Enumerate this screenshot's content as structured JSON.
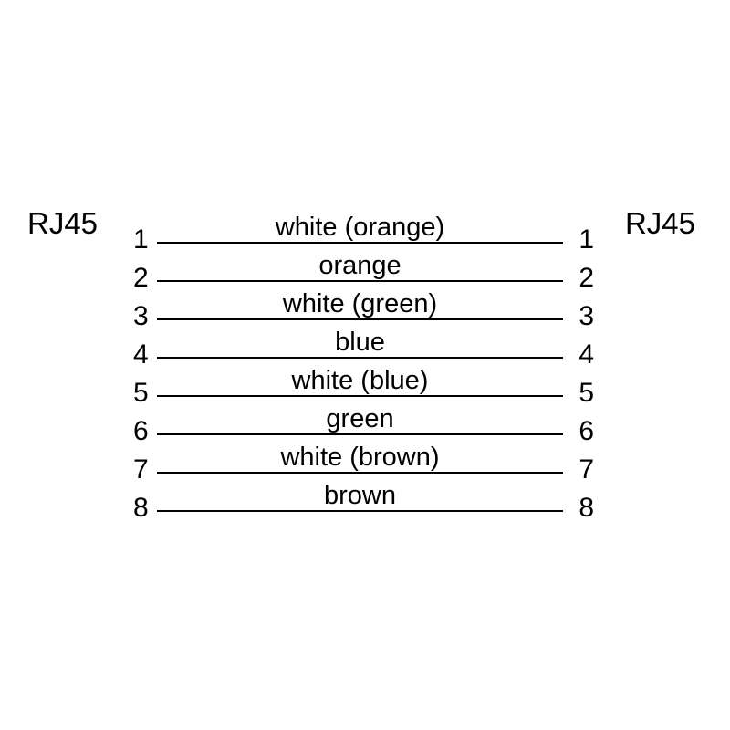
{
  "diagram": {
    "left_connector": "RJ45",
    "right_connector": "RJ45",
    "line_color": "#000000",
    "background_color": "#ffffff",
    "rows": [
      {
        "pin": "1",
        "label": "white (orange)"
      },
      {
        "pin": "2",
        "label": "orange"
      },
      {
        "pin": "3",
        "label": "white (green)"
      },
      {
        "pin": "4",
        "label": "blue"
      },
      {
        "pin": "5",
        "label": "white (blue)"
      },
      {
        "pin": "6",
        "label": "green"
      },
      {
        "pin": "7",
        "label": "white (brown)"
      },
      {
        "pin": "8",
        "label": "brown"
      }
    ]
  }
}
